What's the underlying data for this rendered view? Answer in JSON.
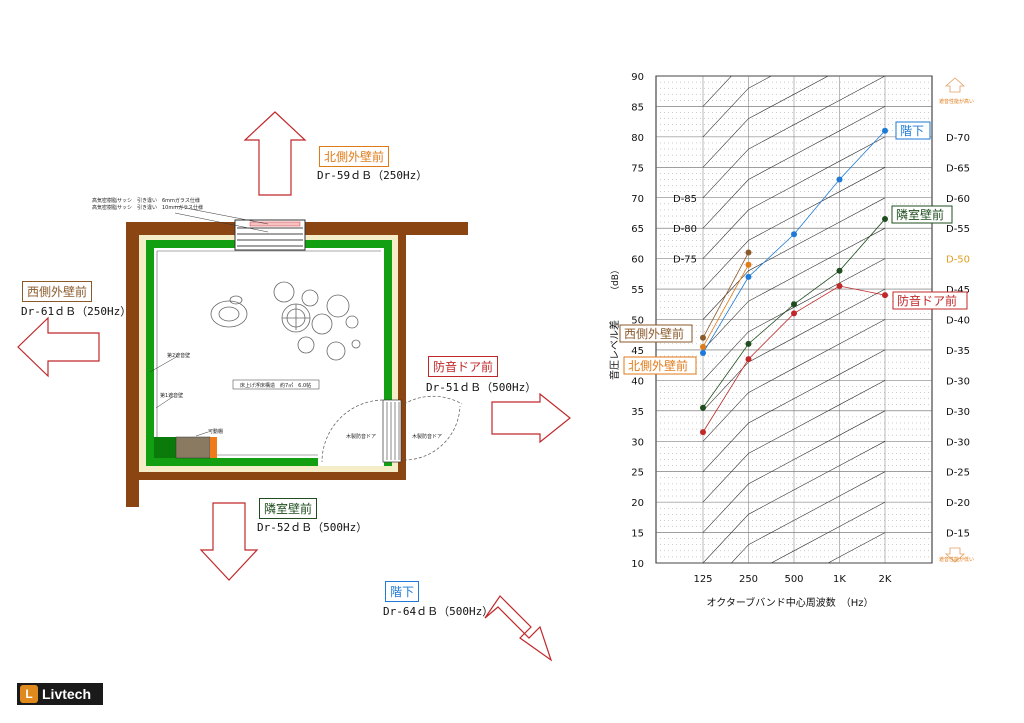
{
  "plan": {
    "north_label": "北側外壁前",
    "north_value": "Dr-59ｄＢ（250Hz）",
    "west_label": "西側外壁前",
    "west_value": "Dr-61ｄＢ（250Hz）",
    "door_label": "防音ドア前",
    "door_value": "Dr-51ｄＢ（500Hz）",
    "neighbor_label": "隣室壁前",
    "neighbor_value": "Dr-52ｄＢ（500Hz）",
    "down_label": "階下",
    "down_value": "Dr-64ｄＢ（500Hz）",
    "window_note_1": "高気密樹脂サッシ　引き違い　6mmガラス仕様",
    "window_note_2": "高気密樹脂サッシ　引き違い　10mmガラス仕様",
    "wall2_label": "第2遮音壁",
    "wall1_label": "第1遮音壁",
    "floor_note": "床上げ浮床構造　約7㎡　6.0帖",
    "movable_label": "可動棚",
    "door1_label": "木製防音ドア",
    "door2_label": "木製防音ドア"
  },
  "chart_data": {
    "type": "line",
    "categories": [
      "125",
      "250",
      "500",
      "1K",
      "2K"
    ],
    "xlabel": "オクターブバンド中心周波数　（Hz）",
    "ylabel": "音圧レベル差",
    "yunit": "（dB）",
    "ylim": [
      10,
      90
    ],
    "yticks": [
      10,
      15,
      20,
      25,
      30,
      35,
      40,
      45,
      50,
      55,
      60,
      65,
      70,
      75,
      80,
      85,
      90
    ],
    "grid": true,
    "top_note": "遮音性能が高い",
    "bottom_note": "遮音性能が低い",
    "d_right_labels": [
      {
        "name": "D-70",
        "y": 80
      },
      {
        "name": "D-65",
        "y": 75
      },
      {
        "name": "D-60",
        "y": 70
      },
      {
        "name": "D-55",
        "y": 65
      },
      {
        "name": "D-50",
        "y": 60
      },
      {
        "name": "D-45",
        "y": 55
      },
      {
        "name": "D-40",
        "y": 50
      },
      {
        "name": "D-35",
        "y": 45
      },
      {
        "name": "D-30",
        "y": 40
      },
      {
        "name": "D-30",
        "y": 35
      },
      {
        "name": "D-30",
        "y": 30
      },
      {
        "name": "D-25",
        "y": 25
      },
      {
        "name": "D-20",
        "y": 20
      },
      {
        "name": "D-15",
        "y": 15
      }
    ],
    "d_left_labels": [
      {
        "name": "D-85",
        "y": 70
      },
      {
        "name": "D-80",
        "y": 65
      },
      {
        "name": "D-75",
        "y": 60
      }
    ],
    "series": [
      {
        "name": "階下",
        "color": "#1e7ad6",
        "values": [
          44.5,
          57,
          64,
          73,
          81
        ]
      },
      {
        "name": "隣室壁前",
        "color": "#1f4d1f",
        "values": [
          35.5,
          46,
          52.5,
          58,
          66.5
        ]
      },
      {
        "name": "防音ドア前",
        "color": "#c0282a",
        "values": [
          31.5,
          43.5,
          51,
          55.5,
          54
        ]
      },
      {
        "name": "西側外壁前",
        "color": "#8a5a2b",
        "values": [
          47,
          61
        ]
      },
      {
        "name": "北側外壁前",
        "color": "#e07a18",
        "values": [
          45.5,
          59
        ]
      }
    ],
    "legend": [
      {
        "text": "階下",
        "color": "#1e7ad6"
      },
      {
        "text": "隣室壁前",
        "color": "#1f4d1f"
      },
      {
        "text": "防音ドア前",
        "color": "#c0282a"
      },
      {
        "text": "西側外壁前",
        "color": "#8a5a2b"
      },
      {
        "text": "北側外壁前",
        "color": "#e07a18"
      }
    ]
  },
  "brand": {
    "name": "Livtech",
    "mark": "L"
  },
  "colors": {
    "wall_green": "#12a012",
    "wall_brown": "#8b4513",
    "arrow_red": "#c0282a"
  }
}
